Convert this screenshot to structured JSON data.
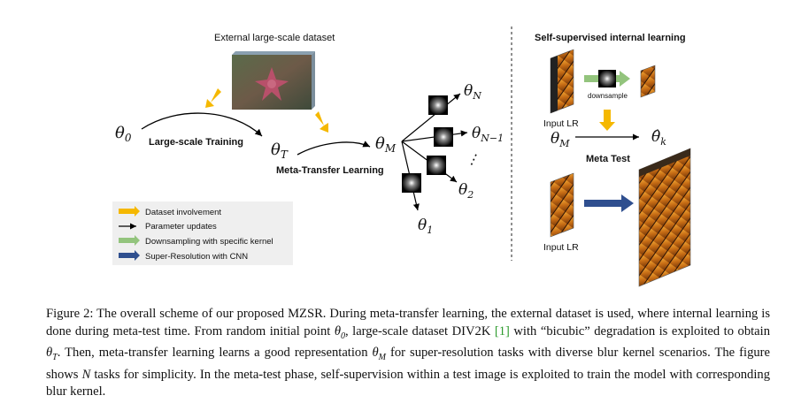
{
  "left_panel": {
    "dataset_title": "External large-scale dataset",
    "theta0": "θ",
    "theta0_sub": "0",
    "large_scale_training": "Large-scale Training",
    "thetaT": "θ",
    "thetaT_sub": "T",
    "meta_transfer_learning": "Meta-Transfer Learning",
    "thetaM": "θ",
    "thetaM_sub": "M",
    "thetaN": "θ",
    "thetaN_sub": "N",
    "thetaN1": "θ",
    "thetaN1_sub": "N−1",
    "dots": "⋮",
    "theta2": "θ",
    "theta2_sub": "2",
    "theta1": "θ",
    "theta1_sub": "1"
  },
  "legend": {
    "items": [
      {
        "label": "Dataset involvement",
        "color": "#f5b800"
      },
      {
        "label": "Parameter updates",
        "color": "#000000"
      },
      {
        "label": "Downsampling with specific kernel",
        "color": "#93c47d"
      },
      {
        "label": "Super-Resolution with CNN",
        "color": "#2f4f8f"
      }
    ]
  },
  "right_panel": {
    "title": "Self-supervised internal learning",
    "downsample": "downsample",
    "input_lr_top": "Input LR",
    "thetaM": "θ",
    "thetaM_sub": "M",
    "thetak": "θ̂",
    "thetak_sub": "k",
    "meta_test": "Meta Test",
    "input_lr_bottom": "Input LR"
  },
  "caption": {
    "p1": "Figure 2: The overall scheme of our proposed MZSR. During meta-transfer learning, the external dataset is used, where internal learning is done during meta-test time. From random initial point ",
    "t0": "θ",
    "t0_sub": "0",
    "p2": ", large-scale dataset DIV2K ",
    "cite": "[1]",
    "p3": " with “bicubic” degradation is exploited to obtain ",
    "tT": "θ",
    "tT_sub": "T",
    "p4": ". Then, meta-transfer learning learns a good representation ",
    "tM": "θ",
    "tM_sub": "M",
    "p5": " for super-resolution tasks with diverse blur kernel scenarios. The figure shows ",
    "N": "N",
    "p6": " tasks for simplicity. In the meta-test phase, self-supervision within a test image is exploited to train the model with corresponding blur kernel."
  }
}
